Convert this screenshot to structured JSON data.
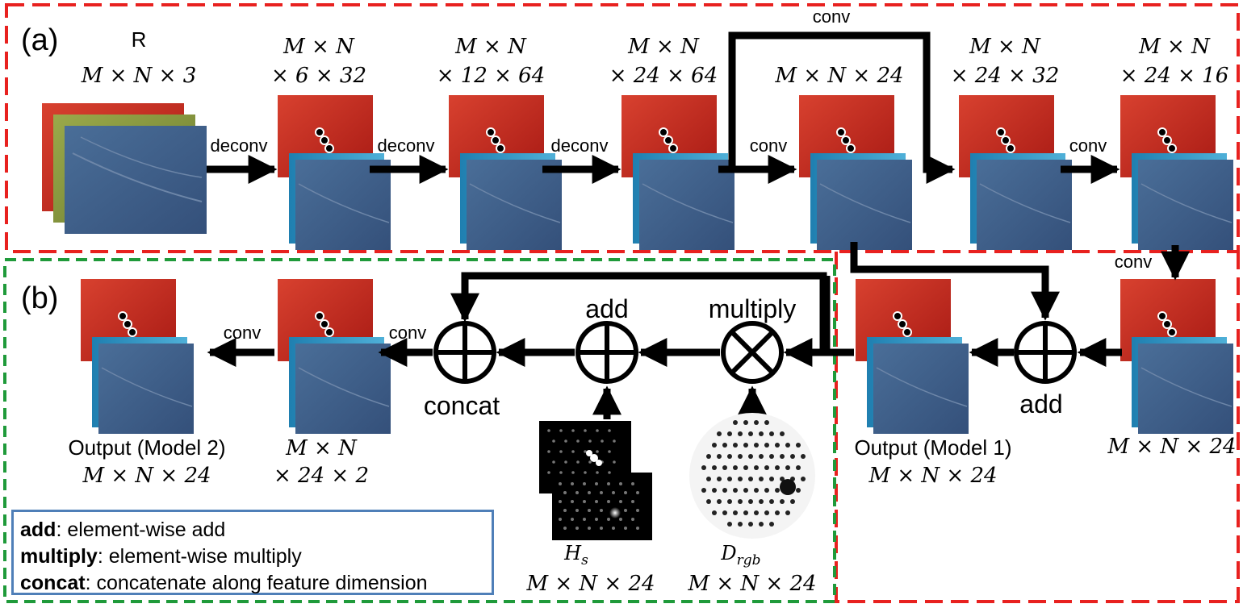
{
  "panels": {
    "a_label": "(a)",
    "b_label": "(b)"
  },
  "input": {
    "title": "R",
    "dims": "M × N × 3"
  },
  "stages": [
    {
      "dims_line1": "M × N",
      "dims_line2": "× 6 × 32"
    },
    {
      "dims_line1": "M × N",
      "dims_line2": "× 12 × 64"
    },
    {
      "dims_line1": "M × N",
      "dims_line2": "× 24 × 64"
    },
    {
      "dims_line1": "M × N × 24",
      "dims_line2": ""
    },
    {
      "dims_line1": "M × N",
      "dims_line2": "× 24 × 32"
    },
    {
      "dims_line1": "M × N",
      "dims_line2": "× 24 × 16"
    }
  ],
  "ops": {
    "deconv": "deconv",
    "conv": "conv",
    "add": "add",
    "multiply": "multiply",
    "concat": "concat"
  },
  "right_stage": {
    "dims": "M × N × 24"
  },
  "output1": {
    "title": "Output (Model 1)",
    "dims": "M × N × 24"
  },
  "output2": {
    "title": "Output (Model 2)",
    "dims": "M × N × 24"
  },
  "model2_stage": {
    "dims_line1": "M × N",
    "dims_line2": "× 24 × 2"
  },
  "hs": {
    "symbol": "H",
    "sub": "s",
    "dims": "M × N × 24"
  },
  "drgb": {
    "symbol": "D",
    "sub": "rgb",
    "dims": "M × N × 24"
  },
  "legend": [
    {
      "term": "add",
      "desc": ": element-wise add"
    },
    {
      "term": "multiply",
      "desc": ": element-wise multiply"
    },
    {
      "term": "concat",
      "desc": ": concatenate along feature dimension"
    }
  ],
  "colors": {
    "panel_a_border": "#e8211f",
    "panel_b_border": "#1f9a3a",
    "legend_border": "#4f7fb8",
    "red_map": "#c1261d",
    "blue_map": "#3d5a80"
  }
}
